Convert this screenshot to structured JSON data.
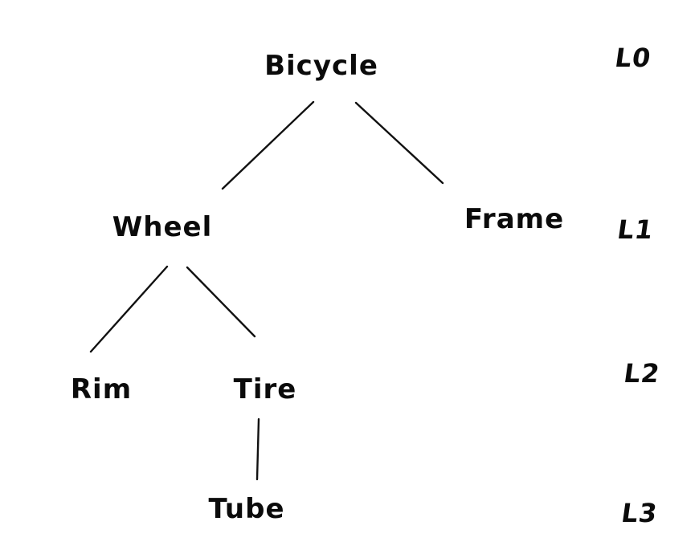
{
  "diagram": {
    "type": "tree",
    "ink_color": "#0b0b0b",
    "background_color": "#ffffff",
    "nodes": {
      "bicycle": {
        "label": "Bicycle",
        "level": "L0"
      },
      "wheel": {
        "label": "Wheel",
        "level": "L1"
      },
      "frame": {
        "label": "Frame",
        "level": "L1"
      },
      "rim": {
        "label": "Rim",
        "level": "L2"
      },
      "tire": {
        "label": "Tire",
        "level": "L2"
      },
      "tube": {
        "label": "Tube",
        "level": "L3"
      }
    },
    "edges": [
      {
        "from": "Bicycle",
        "to": "Wheel"
      },
      {
        "from": "Bicycle",
        "to": "Frame"
      },
      {
        "from": "Wheel",
        "to": "Rim"
      },
      {
        "from": "Wheel",
        "to": "Tire"
      },
      {
        "from": "Tire",
        "to": "Tube"
      }
    ],
    "level_labels": [
      "L0",
      "L1",
      "L2",
      "L3"
    ]
  }
}
